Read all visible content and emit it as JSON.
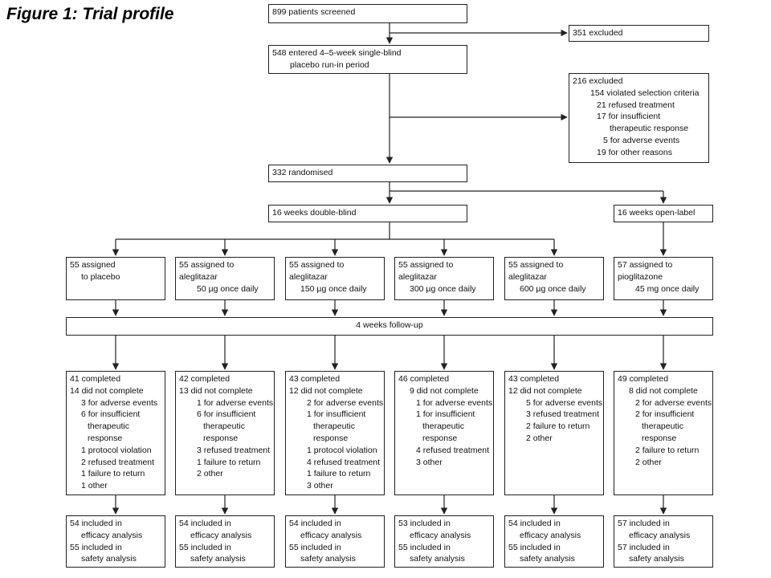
{
  "title": "Figure 1: Trial profile",
  "screened": "899 patients screened",
  "excluded_1": "351 excluded",
  "run_in": [
    "548 entered 4–5-week single-blind",
    "placebo run-in period"
  ],
  "excluded_2": {
    "total": "216 excluded",
    "reasons": [
      "154 violated selection criteria",
      "21 refused treatment",
      "17 for insufficient",
      "therapeutic response",
      "5 for adverse events",
      "19 for other reasons"
    ]
  },
  "randomised": "332 randomised",
  "double_blind": "16 weeks double-blind",
  "open_label": "16 weeks open-label",
  "follow_up": "4 weeks follow-up",
  "arms": [
    {
      "assigned": [
        "55 assigned",
        "to placebo"
      ],
      "outcome": [
        "41 completed",
        "14 did not complete",
        "3 for adverse events",
        "6 for insufficient",
        "therapeutic",
        "response",
        "1 protocol violation",
        "2 refused treatment",
        "1 failure to return",
        "1 other"
      ],
      "analysis": [
        "54 included in",
        "efficacy analysis",
        "55 included in",
        "safety analysis"
      ]
    },
    {
      "assigned": [
        "55 assigned to",
        "aleglitazar",
        "50 µg once daily"
      ],
      "outcome": [
        "42 completed",
        "13 did not complete",
        "1 for adverse events",
        "6 for insufficient",
        "therapeutic",
        "response",
        "3 refused treatment",
        "1 failure to return",
        "2 other"
      ],
      "analysis": [
        "54 included in",
        "efficacy analysis",
        "55 included in",
        "safety analysis"
      ]
    },
    {
      "assigned": [
        "55 assigned to",
        "aleglitazar",
        "150 µg once daily"
      ],
      "outcome": [
        "43 completed",
        "12 did not complete",
        "2 for adverse events",
        "1 for insufficient",
        "therapeutic",
        "response",
        "1 protocol violation",
        "4 refused treatment",
        "1 failure to return",
        "3 other"
      ],
      "analysis": [
        "54 included in",
        "efficacy analysis",
        "55 included in",
        "safety analysis"
      ]
    },
    {
      "assigned": [
        "55 assigned to",
        "aleglitazar",
        "300 µg once daily"
      ],
      "outcome": [
        "46 completed",
        "9 did not complete",
        "1 for adverse events",
        "1 for insufficient",
        "therapeutic",
        "response",
        "4 refused treatment",
        "3 other"
      ],
      "analysis": [
        "53 included in",
        "efficacy analysis",
        "55 included in",
        "safety analysis"
      ]
    },
    {
      "assigned": [
        "55 assigned to",
        "aleglitazar",
        "600 µg once daily"
      ],
      "outcome": [
        "43 completed",
        "12 did not complete",
        "5 for adverse events",
        "3 refused treatment",
        "2 failure to return",
        "2 other"
      ],
      "analysis": [
        "54 included in",
        "efficacy analysis",
        "55 included in",
        "safety analysis"
      ]
    },
    {
      "assigned": [
        "57 assigned to",
        "pioglitazone",
        "45 mg once daily"
      ],
      "outcome": [
        "49 completed",
        "8 did not complete",
        "2 for adverse events",
        "2 for insufficient",
        "therapeutic",
        "response",
        "2 failure to return",
        "2 other"
      ],
      "analysis": [
        "57 included in",
        "efficacy analysis",
        "57 included in",
        "safety analysis"
      ]
    }
  ]
}
